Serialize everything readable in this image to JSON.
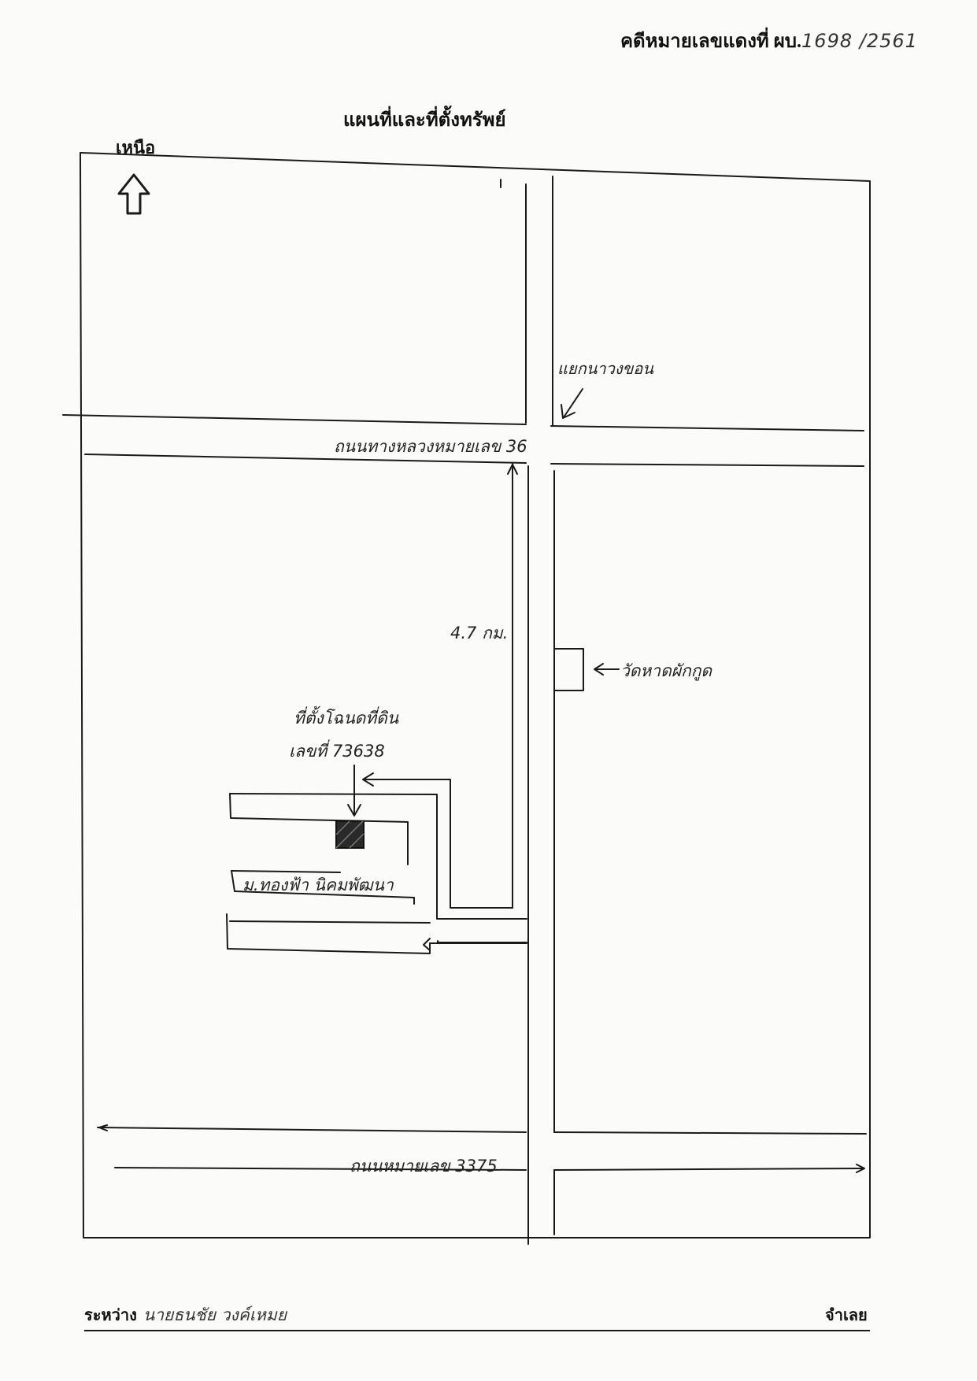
{
  "header": {
    "case_label": "คดีหมายเลขแดงที่ ผบ.",
    "case_number": "1698 /2561"
  },
  "map": {
    "title": "แผนที่และที่ตั้งทรัพย์",
    "north": "เหนือ",
    "labels": {
      "junction": "แยกนาวงขอน",
      "highway_36": "ถนนทางหลวงหมายเลข 36",
      "distance": "4.7 กม.",
      "temple": "วัดหาดผักกูด",
      "deed_line1": "ที่ตั้งโฉนดที่ดิน",
      "deed_line2": "เลขที่ 73638",
      "village": "ม.ทองฟ้า นิคมพัฒนา",
      "road_3375": "ถนนหมายเลข 3375"
    },
    "colors": {
      "ink": "#1a1a1a",
      "paper": "#fbfbf9"
    }
  },
  "footer": {
    "parties_label": "ระหว่าง",
    "parties_names": "นายธนชัย วงค์เหมย",
    "defendant_label": "จำเลย"
  }
}
